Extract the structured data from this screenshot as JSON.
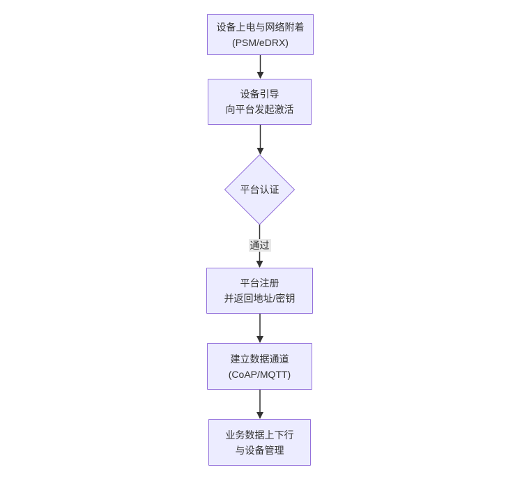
{
  "flowchart": {
    "nodes": {
      "power_attach": {
        "label": "设备上电与网络附着\n(PSM/eDRX)"
      },
      "bootstrap": {
        "label": "设备引导\n向平台发起激活"
      },
      "platform_auth": {
        "label": "平台认证"
      },
      "register": {
        "label": "平台注册\n并返回地址/密钥"
      },
      "data_channel": {
        "label": "建立数据通道\n(CoAP/MQTT)"
      },
      "business": {
        "label": "业务数据上下行\n与设备管理"
      }
    },
    "edge_labels": {
      "pass": "通过"
    },
    "colors": {
      "node_fill": "#ECECFF",
      "node_border": "#9370DB",
      "arrow": "#333333",
      "text": "#333333",
      "edge_label_bg": "#E8E8E8",
      "background": "#FFFFFF"
    }
  }
}
